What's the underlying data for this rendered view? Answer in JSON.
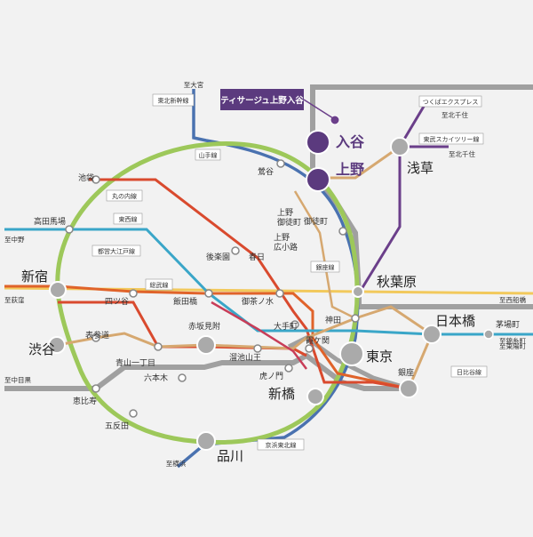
{
  "colors": {
    "background": "#f2f2f2",
    "yamanote": "#9dc85a",
    "keihin_tohoku": "#4a72b0",
    "chuo": "#e0632a",
    "sobu": "#f2c95c",
    "marunouchi": "#d94a2e",
    "tozai": "#3aa6c8",
    "hibiya": "#b9b9b9",
    "ginza": "#d6a870",
    "oedo": "#c83d58",
    "tx": "#6b3f8a",
    "tobu": "#6b3f8a",
    "jr_gray": "#a0a0a0",
    "highlight": "#5b3a7e",
    "station": "#aaaaaa"
  },
  "callout": {
    "label": "ティサージュ上野入谷"
  },
  "stations": {
    "iriya": "入谷",
    "ueno": "上野",
    "asakusa": "浅草",
    "akihabara": "秋葉原",
    "nihonbashi": "日本橋",
    "tokyo": "東京",
    "ginza": "銀座",
    "shinbashi": "新橋",
    "shinagawa": "品川",
    "shibuya": "渋谷",
    "shinjuku": "新宿",
    "uguisudani": "鶯谷",
    "ikebukuro": "池袋",
    "takadanobaba": "高田馬場",
    "yotsuya": "四ツ谷",
    "iidabashi": "飯田橋",
    "korakuen": "後楽園",
    "kasuga": "春日",
    "ochanomizu": "御茶ノ水",
    "ueno_okachimachi": "上野\n御徒町",
    "okachimachi": "御徒町",
    "ueno_hirokoji": "上野\n広小路",
    "otemachi": "大手町",
    "kanda": "神田",
    "kasumigaseki": "霞ケ関",
    "akasakamitsuke": "赤坂見附",
    "tameikesanno": "溜池山王",
    "toranomon": "虎ノ門",
    "omotesando": "表参道",
    "aoyamaitchome": "青山一丁目",
    "roppongi": "六本木",
    "ebisu": "恵比寿",
    "gotanda": "五反田",
    "kayabacho": "茅場町"
  },
  "line_labels": {
    "tohoku_shinkansen": "東北新幹線",
    "yamanote": "山手線",
    "marunouchi": "丸の内線",
    "tozai": "東西線",
    "oedo": "都営大江戸線",
    "sobu": "総武線",
    "ginza": "銀座線",
    "keihin_tohoku": "京浜東北線",
    "hibiya": "日比谷線",
    "tsukuba_express": "つくばエクスプレス",
    "tobu_skytree": "東武スカイツリー線"
  },
  "directions": {
    "omiya": "至大宮",
    "kitasenju_tx": "至北千住",
    "kitasenju_tobu": "至北千住",
    "nakano": "至中野",
    "ogikubo": "至荻窪",
    "nishifunabashi": "至西船橋",
    "kinshicho": "至錦糸町",
    "toyocho": "至東陽町",
    "nakameguro": "至中目黒",
    "yokohama": "至横浜"
  }
}
